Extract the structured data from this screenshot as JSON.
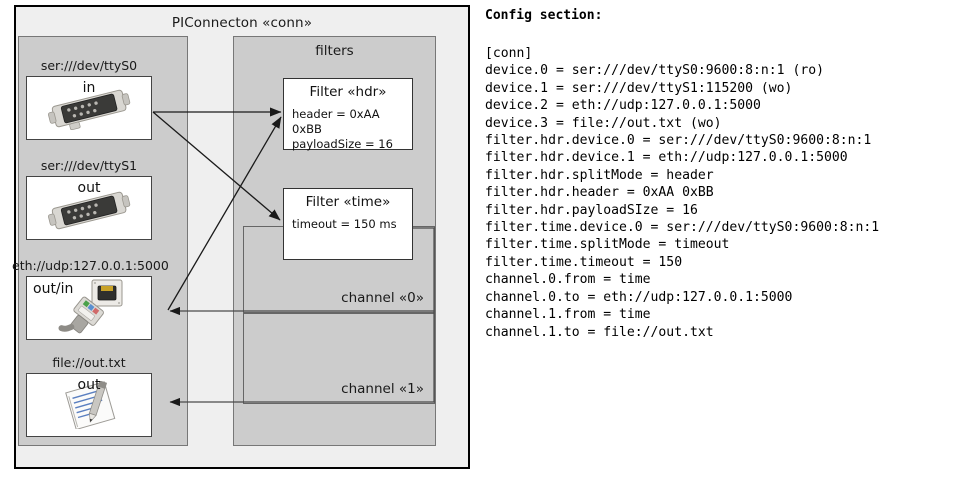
{
  "diagram": {
    "title": "PIConnecton «conn»",
    "devices_panel": {
      "name": "devices-panel",
      "items": [
        {
          "id": "ttys0",
          "caption": "ser:///dev/ttyS0",
          "direction_label": "in",
          "icon": "serial-port-icon"
        },
        {
          "id": "ttys1",
          "caption": "ser:///dev/ttyS1",
          "direction_label": "out",
          "icon": "serial-port-icon"
        },
        {
          "id": "eth",
          "caption": "eth://udp:127.0.0.1:5000",
          "direction_label": "out/in",
          "icon": "network-jack-icon"
        },
        {
          "id": "file",
          "caption": "file://out.txt",
          "direction_label": "out",
          "icon": "text-document-icon"
        }
      ]
    },
    "filters_panel": {
      "title": "filters",
      "filters": [
        {
          "id": "hdr",
          "title": "Filter «hdr»",
          "props": [
            "header = 0xAA 0xBB",
            "payloadSize = 16"
          ]
        },
        {
          "id": "time",
          "title": "Filter «time»",
          "props": [
            "timeout = 150 ms"
          ]
        }
      ],
      "channels": [
        {
          "id": "0",
          "label": "channel «0»"
        },
        {
          "id": "1",
          "label": "channel «1»"
        }
      ]
    },
    "colors": {
      "outer_fill": "#efefef",
      "outer_border": "#000000",
      "panel_fill": "#cccccc",
      "panel_border": "#777777",
      "card_fill": "#ffffff",
      "card_border": "#333333",
      "connector": "#1a1a1a"
    }
  },
  "config": {
    "heading": "Config section:",
    "lines": [
      "[conn]",
      "device.0 = ser:///dev/ttyS0:9600:8:n:1 (ro)",
      "device.1 = ser:///dev/ttyS1:115200 (wo)",
      "device.2 = eth://udp:127.0.0.1:5000",
      "device.3 = file://out.txt (wo)",
      "filter.hdr.device.0 = ser:///dev/ttyS0:9600:8:n:1",
      "filter.hdr.device.1 = eth://udp:127.0.0.1:5000",
      "filter.hdr.splitMode = header",
      "filter.hdr.header = 0xAA 0xBB",
      "filter.hdr.payloadSIze = 16",
      "filter.time.device.0 = ser:///dev/ttyS0:9600:8:n:1",
      "filter.time.splitMode = timeout",
      "filter.time.timeout = 150",
      "channel.0.from = time",
      "channel.0.to = eth://udp:127.0.0.1:5000",
      "channel.1.from = time",
      "channel.1.to = file://out.txt"
    ],
    "text": "[conn]\ndevice.0 = ser:///dev/ttyS0:9600:8:n:1 (ro)\ndevice.1 = ser:///dev/ttyS1:115200 (wo)\ndevice.2 = eth://udp:127.0.0.1:5000\ndevice.3 = file://out.txt (wo)\nfilter.hdr.device.0 = ser:///dev/ttyS0:9600:8:n:1\nfilter.hdr.device.1 = eth://udp:127.0.0.1:5000\nfilter.hdr.splitMode = header\nfilter.hdr.header = 0xAA 0xBB\nfilter.hdr.payloadSIze = 16\nfilter.time.device.0 = ser:///dev/ttyS0:9600:8:n:1\nfilter.time.splitMode = timeout\nfilter.time.timeout = 150\nchannel.0.from = time\nchannel.0.to = eth://udp:127.0.0.1:5000\nchannel.1.from = time\nchannel.1.to = file://out.txt"
  }
}
